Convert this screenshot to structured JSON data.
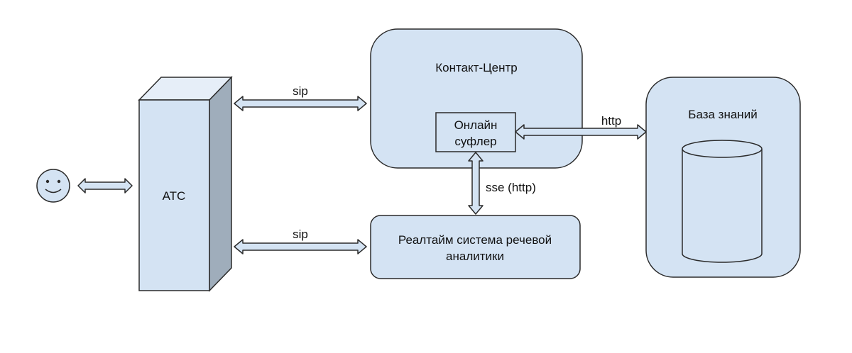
{
  "colors": {
    "box_fill": "#d4e3f3",
    "box_stroke": "#2b2b2b",
    "pbx_front": "#d4e3f3",
    "pbx_top": "#e6eef8",
    "pbx_side": "#9fadbb",
    "arrow_fill": "#d4e3f3"
  },
  "icons": {
    "user": "smiley-face-icon",
    "knowledge_store": "database-cylinder-icon"
  },
  "nodes": {
    "pbx": "АТС",
    "contact_center": "Контакт-Центр",
    "prompter_line1": "Онлайн",
    "prompter_line2": "суфлер",
    "analytics_line1": "Реалтайм система речевой",
    "analytics_line2": "аналитики",
    "knowledge_base": "База знаний"
  },
  "edges": {
    "pbx_to_contact_center": "sip",
    "pbx_to_analytics": "sip",
    "prompter_to_knowledge": "http",
    "prompter_to_analytics": "sse (http)"
  }
}
